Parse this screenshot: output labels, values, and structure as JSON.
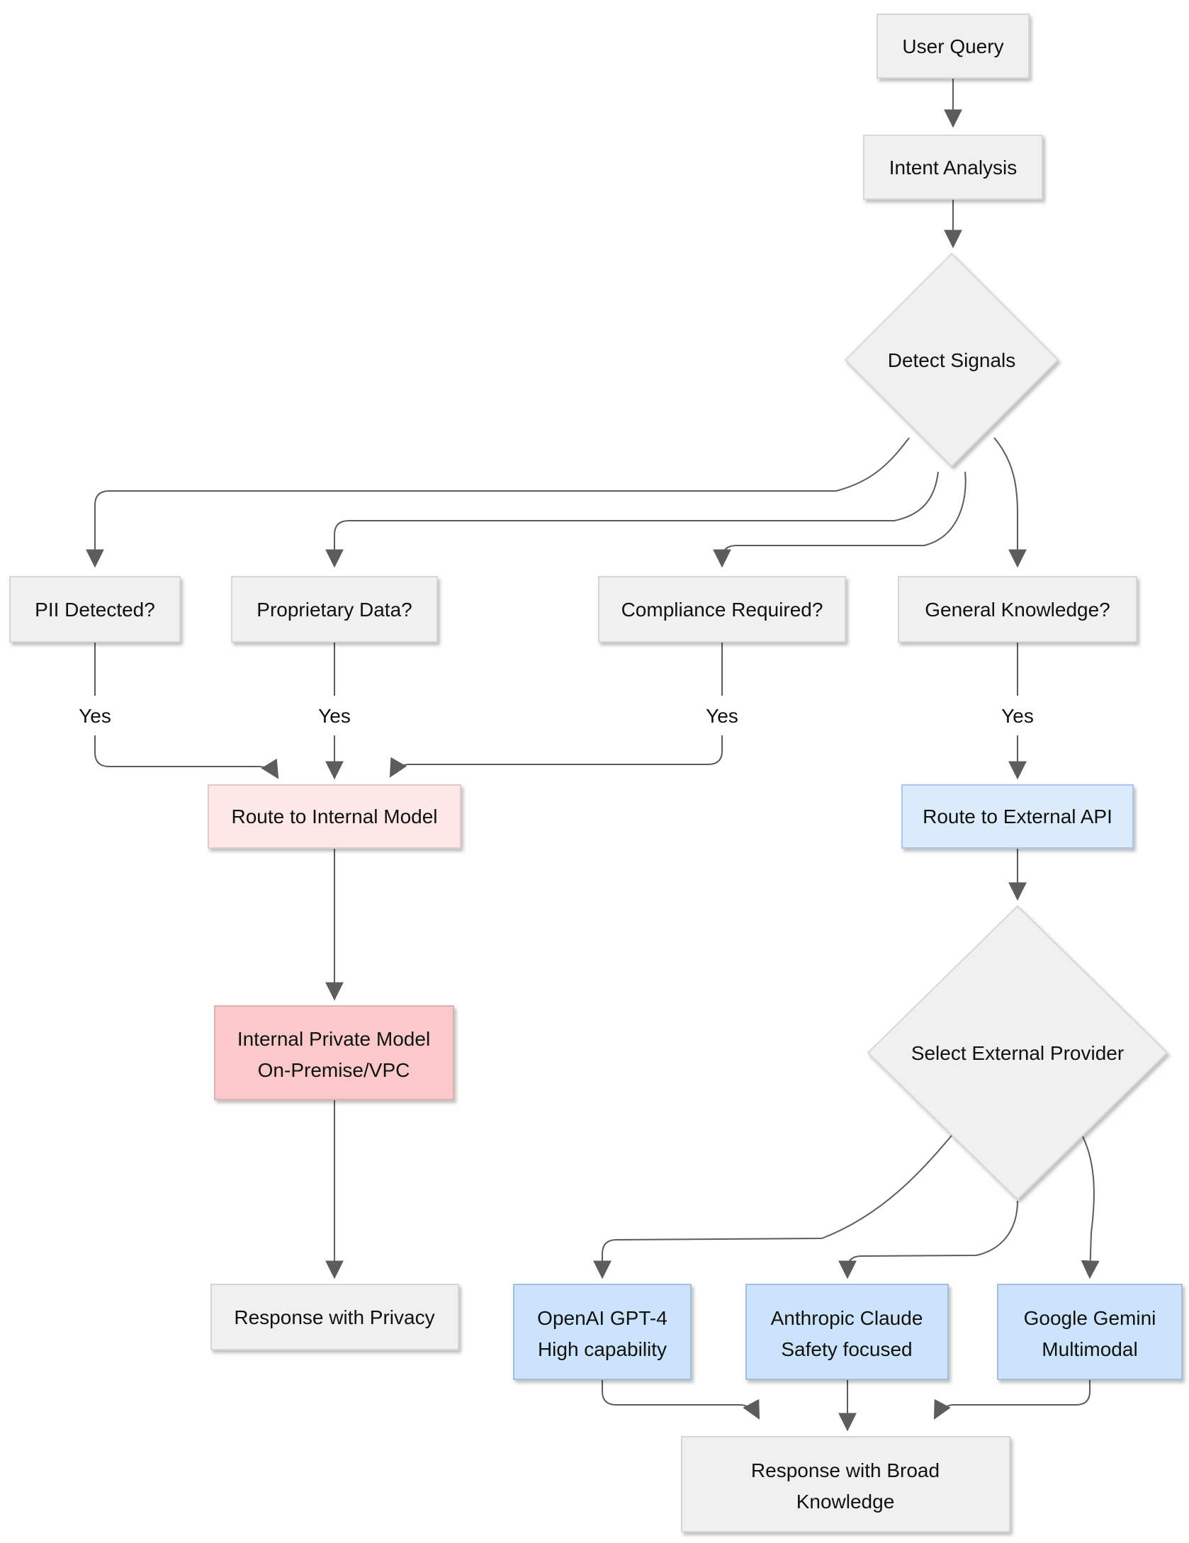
{
  "diagram": {
    "background": "#ffffff",
    "colors": {
      "background": "#ffffff",
      "text": "#111111",
      "edge": "#5c5c5c",
      "node_gray_fill": "#f0f0f0",
      "node_gray_stroke": "#d7d7d7",
      "pink_light_fill": "#fde7e7",
      "pink_light_stroke": "#e9c8c8",
      "pink_fill": "#fbc9c9",
      "pink_stroke": "#dfb0b0",
      "blue_light_fill": "#dcebfc",
      "blue_light_stroke": "#a9c7ec",
      "blue_fill": "#cce4fb",
      "blue_stroke": "#a6bfd9"
    },
    "nodes": [
      {
        "id": "user-query",
        "shape": "rect",
        "style": "gray",
        "lines": [
          "User Query"
        ]
      },
      {
        "id": "intent-analysis",
        "shape": "rect",
        "style": "gray",
        "lines": [
          "Intent Analysis"
        ]
      },
      {
        "id": "detect-signals",
        "shape": "diamond",
        "style": "gray",
        "lines": [
          "Detect Signals"
        ]
      },
      {
        "id": "pii-detected",
        "shape": "rect",
        "style": "gray",
        "lines": [
          "PII Detected?"
        ]
      },
      {
        "id": "proprietary-data",
        "shape": "rect",
        "style": "gray",
        "lines": [
          "Proprietary Data?"
        ]
      },
      {
        "id": "compliance-required",
        "shape": "rect",
        "style": "gray",
        "lines": [
          "Compliance Required?"
        ]
      },
      {
        "id": "general-knowledge",
        "shape": "rect",
        "style": "gray",
        "lines": [
          "General Knowledge?"
        ]
      },
      {
        "id": "route-internal",
        "shape": "rect",
        "style": "pink_light",
        "lines": [
          "Route to Internal Model"
        ]
      },
      {
        "id": "route-external",
        "shape": "rect",
        "style": "blue_light",
        "lines": [
          "Route to External API"
        ]
      },
      {
        "id": "internal-model",
        "shape": "rect",
        "style": "pink",
        "lines": [
          "Internal Private Model",
          "On-Premise/VPC"
        ]
      },
      {
        "id": "select-provider",
        "shape": "diamond",
        "style": "gray",
        "lines": [
          "Select External Provider"
        ]
      },
      {
        "id": "response-privacy",
        "shape": "rect",
        "style": "gray",
        "lines": [
          "Response with Privacy"
        ]
      },
      {
        "id": "openai-gpt4",
        "shape": "rect",
        "style": "blue",
        "lines": [
          "OpenAI GPT-4",
          "High capability"
        ]
      },
      {
        "id": "anthropic-claude",
        "shape": "rect",
        "style": "blue",
        "lines": [
          "Anthropic Claude",
          "Safety focused"
        ]
      },
      {
        "id": "google-gemini",
        "shape": "rect",
        "style": "blue",
        "lines": [
          "Google Gemini",
          "Multimodal"
        ]
      },
      {
        "id": "response-broad",
        "shape": "rect",
        "style": "gray",
        "lines": [
          "Response with Broad",
          "Knowledge"
        ]
      }
    ],
    "edges": [
      {
        "from": "user-query",
        "to": "intent-analysis",
        "label": ""
      },
      {
        "from": "intent-analysis",
        "to": "detect-signals",
        "label": ""
      },
      {
        "from": "detect-signals",
        "to": "pii-detected",
        "label": ""
      },
      {
        "from": "detect-signals",
        "to": "proprietary-data",
        "label": ""
      },
      {
        "from": "detect-signals",
        "to": "compliance-required",
        "label": ""
      },
      {
        "from": "detect-signals",
        "to": "general-knowledge",
        "label": ""
      },
      {
        "from": "pii-detected",
        "to": "route-internal",
        "label": "Yes"
      },
      {
        "from": "proprietary-data",
        "to": "route-internal",
        "label": "Yes"
      },
      {
        "from": "compliance-required",
        "to": "route-internal",
        "label": "Yes"
      },
      {
        "from": "general-knowledge",
        "to": "route-external",
        "label": "Yes"
      },
      {
        "from": "route-internal",
        "to": "internal-model",
        "label": ""
      },
      {
        "from": "internal-model",
        "to": "response-privacy",
        "label": ""
      },
      {
        "from": "route-external",
        "to": "select-provider",
        "label": ""
      },
      {
        "from": "select-provider",
        "to": "openai-gpt4",
        "label": ""
      },
      {
        "from": "select-provider",
        "to": "anthropic-claude",
        "label": ""
      },
      {
        "from": "select-provider",
        "to": "google-gemini",
        "label": ""
      },
      {
        "from": "openai-gpt4",
        "to": "response-broad",
        "label": ""
      },
      {
        "from": "anthropic-claude",
        "to": "response-broad",
        "label": ""
      },
      {
        "from": "google-gemini",
        "to": "response-broad",
        "label": ""
      }
    ]
  }
}
